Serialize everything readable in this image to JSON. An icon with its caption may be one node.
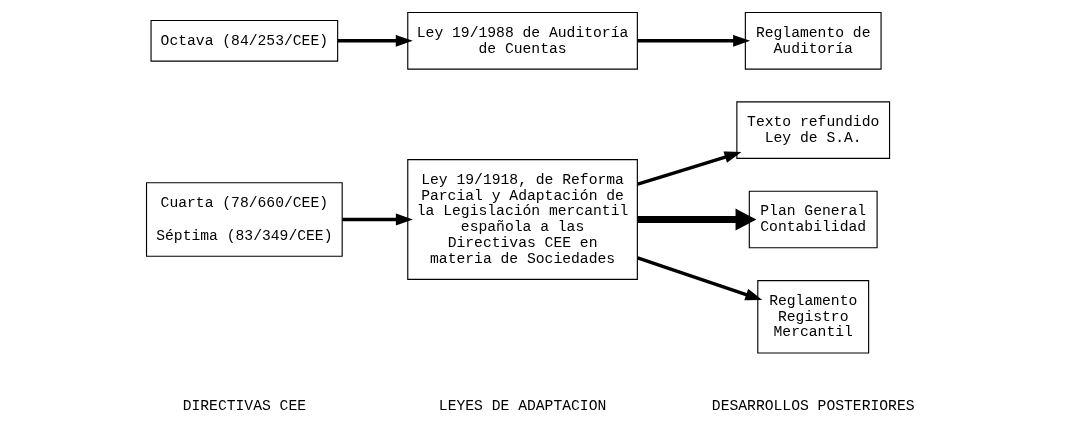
{
  "diagram": {
    "nodes": [
      {
        "text": [
          "Cuarta (78/660/CEE)",
          "Séptima (83/349/CEE)"
        ]
      },
      {
        "text": [
          "Ley 19/1918, de Reforma Parcial y Adaptación de la Legislación mercantil española a las Directivas CEE en materia de Sociedades"
        ]
      },
      {
        "text": [
          "Texto refundido Ley de S.A."
        ]
      },
      {
        "text": [
          "Plan General Contabilidad"
        ]
      },
      {
        "text": [
          "Reglamento Registro Mercantil"
        ]
      },
      {
        "text": [
          "Octava (84/253/CEE)"
        ]
      },
      {
        "text": [
          "Ley 19/1988 de Auditoría de Cuentas"
        ]
      },
      {
        "text": [
          "Reglamento de Auditoría"
        ]
      }
    ],
    "edges": [
      {
        "from": 0,
        "to": 1,
        "arrow": "to"
      },
      {
        "from": 1,
        "to": 3,
        "arrow": "to",
        "style": "thick"
      },
      {
        "from": 1,
        "to": 2,
        "arrow": "to"
      },
      {
        "from": 1,
        "to": 4,
        "arrow": "to"
      },
      {
        "from": 5,
        "to": 6,
        "arrow": "to"
      },
      {
        "from": 6,
        "to": 7,
        "arrow": "to"
      }
    ],
    "labels": [
      "DIRECTIVAS CEE",
      "LEYES DE ADAPTACION",
      "DESARROLLOS POSTERIORES"
    ]
  }
}
